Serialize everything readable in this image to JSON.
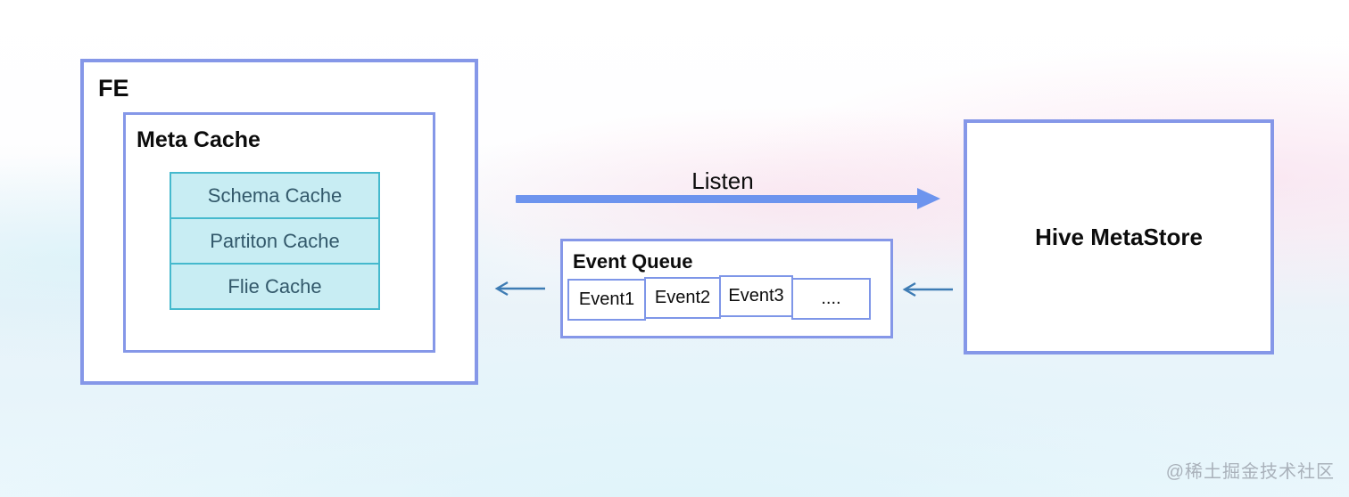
{
  "diagram": {
    "fe": {
      "label": "FE",
      "meta_cache": {
        "label": "Meta Cache",
        "rows": [
          "Schema Cache",
          "Partiton Cache",
          "Flie Cache"
        ]
      }
    },
    "listen_arrow": {
      "label": "Listen"
    },
    "event_queue": {
      "label": "Event Queue",
      "cells": [
        "Event1",
        "Event2",
        "Event3",
        "...."
      ]
    },
    "hive_metastore": {
      "label": "Hive MetaStore"
    },
    "watermark": "@稀土掘金技术社区"
  },
  "colors": {
    "box_border": "#8597e8",
    "cache_fill": "#c8edf3",
    "cache_border": "#45b9cd",
    "cache_text": "#33596b",
    "listen_arrow": "#6d94ee",
    "thin_arrow": "#3e7cb4",
    "watermark_text": "#a9b1ba"
  }
}
